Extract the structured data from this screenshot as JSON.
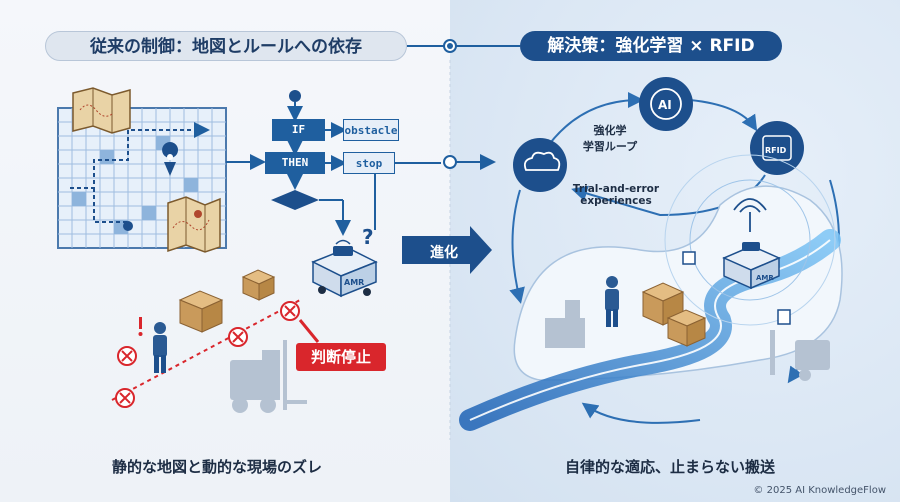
{
  "left": {
    "title": "従来の制御：地図とルールへの依存",
    "flow": {
      "if": "IF",
      "obstacle": "obstacle",
      "then": "THEN",
      "stop": "stop"
    },
    "robot_label": "AMR",
    "stop_badge": "判断停止",
    "caption": "静的な地図と動的な現場のズレ"
  },
  "middle": {
    "evolve_label": "進化"
  },
  "right": {
    "title": "解決策：強化学習 × RFID",
    "loop_label_line1": "強化学",
    "loop_label_line2": "学習ループ",
    "trial_line1": "Trial-and-error",
    "trial_line2": "experiences",
    "ai_label": "AI",
    "rfid_label": "RFID",
    "robot_label": "AMR",
    "caption": "自律的な適応、止まらない搬送"
  },
  "footer": {
    "copyright": "© 2025 AI KnowledgeFlow"
  },
  "colors": {
    "navy": "#1d4f8c",
    "blue": "#1f5f9f",
    "red": "#d9262c",
    "light_blue": "#5aa9e6"
  }
}
